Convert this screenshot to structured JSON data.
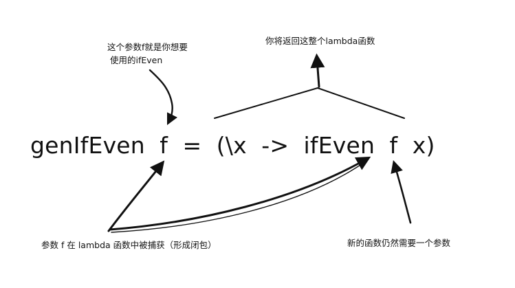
{
  "code": {
    "expression": "genIfEven  f  =  (\\x  ->  ifEven  f  x)"
  },
  "annotations": {
    "param_f": "这个参数f就是你想要\n 使用的ifEven",
    "return_lambda": "你将返回这整个lambda函数",
    "closure_capture": "参数 f 在 lambda 函数中被捕获（形成闭包）",
    "still_needs_param": "新的函数仍然需要一个参数"
  },
  "colors": {
    "ink": "#111111",
    "background": "#ffffff"
  }
}
